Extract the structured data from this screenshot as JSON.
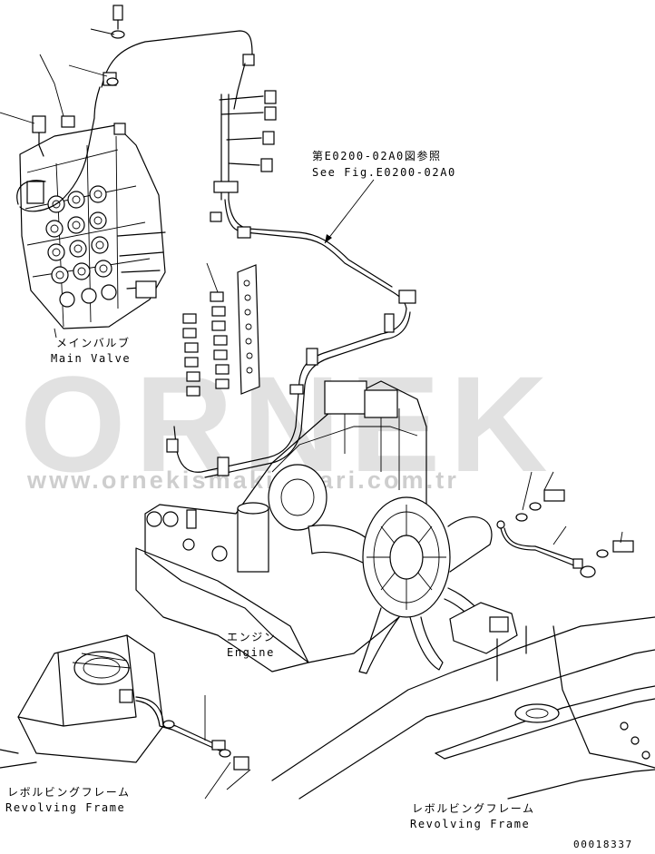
{
  "labels": {
    "reference_jp": "第E0200-02A0図参照",
    "reference_en": "See Fig.E0200-02A0",
    "main_valve_jp": "メインバルブ",
    "main_valve_en": "Main Valve",
    "engine_jp": "エンジン",
    "engine_en": "Engine",
    "revolving_frame_left_jp": "レボルビングフレーム",
    "revolving_frame_left_en": "Revolving Frame",
    "revolving_frame_right_jp": "レボルビングフレーム",
    "revolving_frame_right_en": "Revolving Frame",
    "drawing_number": "00018337"
  },
  "watermark": {
    "brand": "ORNEK",
    "url": "www.ornekismakinalari.com.tr",
    "color": "#c8c8c8"
  },
  "colors": {
    "line": "#000000",
    "background": "#ffffff"
  }
}
